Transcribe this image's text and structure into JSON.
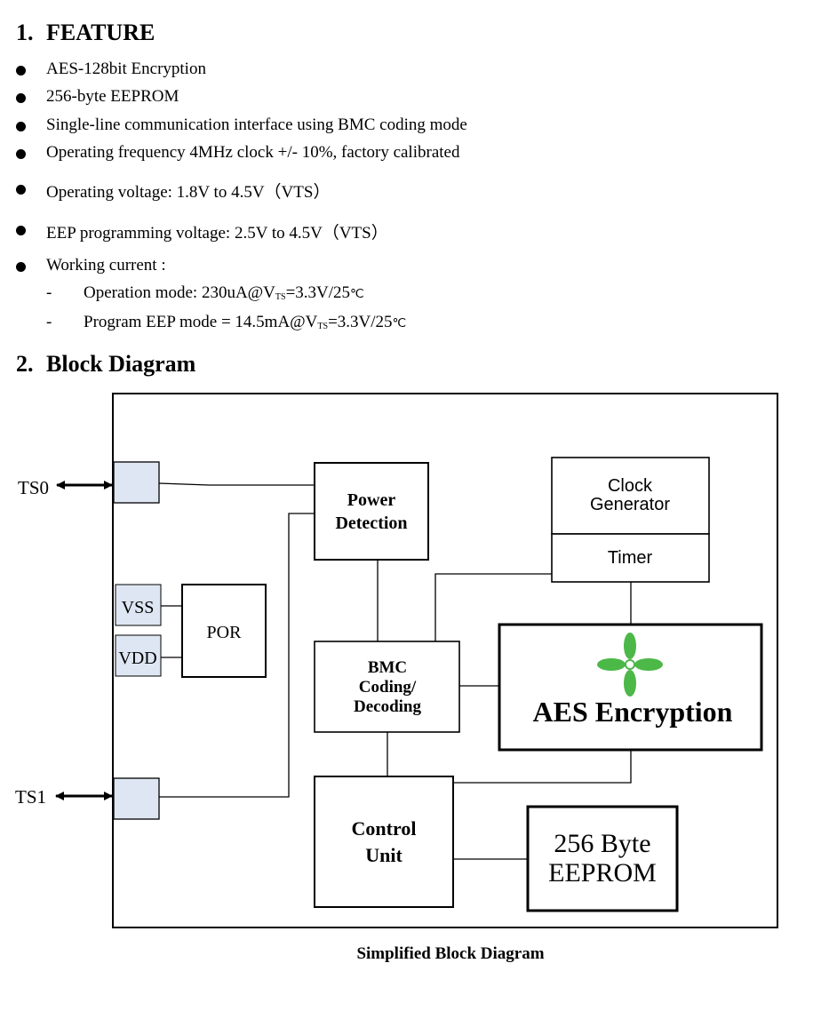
{
  "section1": {
    "number": "1.",
    "title": "FEATURE"
  },
  "features": [
    "AES-128bit Encryption",
    "256-byte EEPROM",
    "Single-line communication interface using BMC coding mode",
    "Operating frequency 4MHz clock +/- 10%, factory calibrated",
    "Operating voltage: 1.8V to 4.5V（VTS）",
    "EEP programming voltage: 2.5V to 4.5V（VTS）",
    "Working current :"
  ],
  "working_current": [
    {
      "dash": "-",
      "prefix": "Operation mode: 230uA@V",
      "sub": "TS",
      "suffix": "=3.3V/25",
      "unit": "℃"
    },
    {
      "dash": "-",
      "prefix": "Program EEP mode = 14.5mA@V",
      "sub": "TS",
      "suffix": "=3.3V/25",
      "unit": "℃"
    }
  ],
  "section2": {
    "number": "2.",
    "title": "Block Diagram"
  },
  "diagram": {
    "pin_ts0": "TS0",
    "pin_ts1": "TS1",
    "pin_vss": "VSS",
    "pin_vdd": "VDD",
    "por": "POR",
    "power_detection_1": "Power",
    "power_detection_2": "Detection",
    "clock_generator_1": "Clock",
    "clock_generator_2": "Generator",
    "timer": "Timer",
    "bmc_1": "BMC",
    "bmc_2": "Coding/",
    "bmc_3": "Decoding",
    "aes": "AES Encryption",
    "control_unit_1": "Control",
    "control_unit_2": "Unit",
    "eeprom_1": "256 Byte",
    "eeprom_2": "EEPROM",
    "logo_color": "#4cb848"
  },
  "caption": "Simplified Block Diagram"
}
